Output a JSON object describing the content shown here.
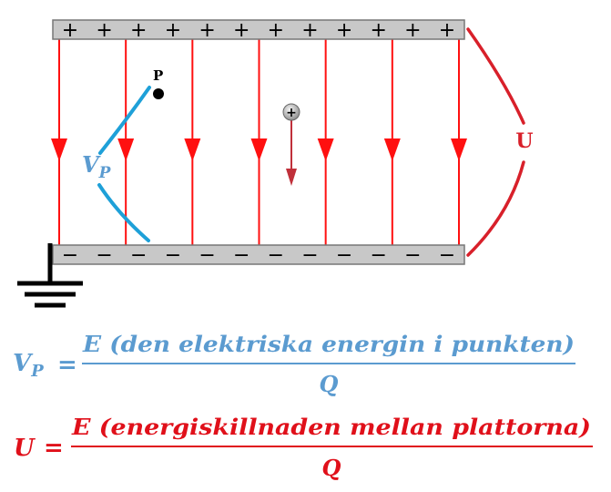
{
  "diagram": {
    "top_plate_sign": "+",
    "bottom_plate_sign": "−",
    "plate_charge_count": 12,
    "field_line_count": 7,
    "point_label": "P",
    "test_charge_sign": "+",
    "vp_label": {
      "main": "V",
      "sub": "P"
    },
    "u_label": "U"
  },
  "formulas": [
    {
      "lhs_main": "V",
      "lhs_sub": "P",
      "equals": "=",
      "numerator": "E (den elektriska energin i punkten)",
      "denominator": "Q",
      "color": "#5b9bd0"
    },
    {
      "lhs_main": "U",
      "lhs_sub": "",
      "equals": "=",
      "numerator": "E (energiskillnaden mellan plattorna)",
      "denominator": "Q",
      "color": "#e0101a"
    }
  ],
  "colors": {
    "field": "#ff1010",
    "plate": "#c8c8c8",
    "vp": "#1ea0d8",
    "u": "#d8202a"
  }
}
